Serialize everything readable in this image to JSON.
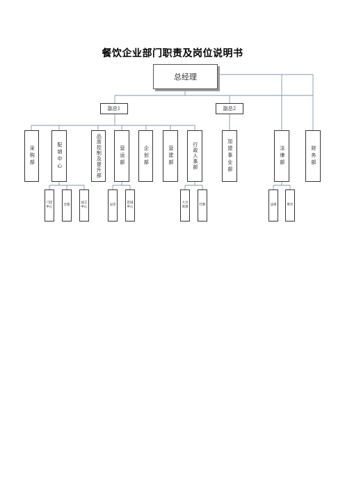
{
  "title": "餐饮企业部门职责及岗位说明书",
  "general_manager": "总经理",
  "deputy_1": "副总1",
  "deputy_2": "副总2",
  "departments": [
    "采购部",
    "配销中心",
    "品质控制及提升部",
    "营运部",
    "企划部",
    "营建部",
    "行政人事部",
    "加盟事业部",
    "法律部",
    "财务部"
  ],
  "sub_units": [
    "门店中心",
    "仓管",
    "加工中心",
    "分店",
    "区域中心",
    "人力资源",
    "行政",
    "法律",
    "审计"
  ]
}
